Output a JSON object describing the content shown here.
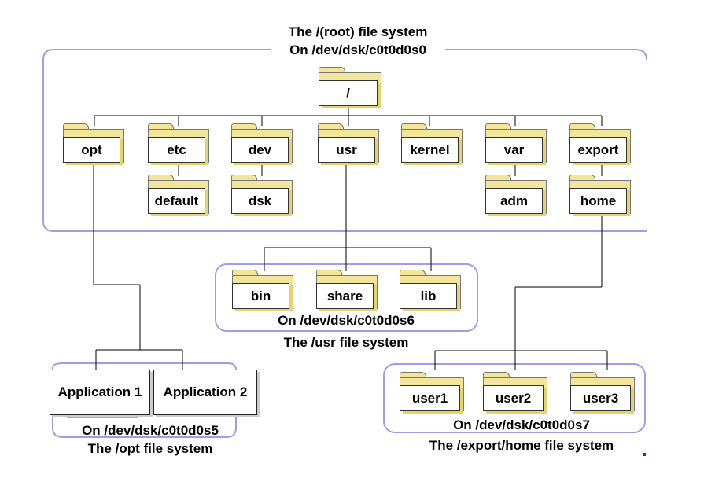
{
  "colors": {
    "group_border": "#9f9cf0",
    "connector": "#000000",
    "folder_fill": "#f3e59a"
  },
  "root": {
    "title": "The /(root) file system",
    "device": "On /dev/dsk/c0t0d0s0",
    "top_folder": "/",
    "folders": [
      "opt",
      "etc",
      "dev",
      "usr",
      "kernel",
      "var",
      "export"
    ],
    "subfolders": {
      "etc": "default",
      "dev": "dsk",
      "var": "adm",
      "export": "home"
    }
  },
  "usr_fs": {
    "folders": [
      "bin",
      "share",
      "lib"
    ],
    "device": "On /dev/dsk/c0t0d0s6",
    "title": "The /usr file system"
  },
  "opt_fs": {
    "apps": [
      "Application 1",
      "Application 2"
    ],
    "device": "On /dev/dsk/c0t0d0s5",
    "title": "The /opt file system"
  },
  "home_fs": {
    "folders": [
      "user1",
      "user2",
      "user3"
    ],
    "device": "On /dev/dsk/c0t0d0s7",
    "title": "The /export/home file system"
  }
}
